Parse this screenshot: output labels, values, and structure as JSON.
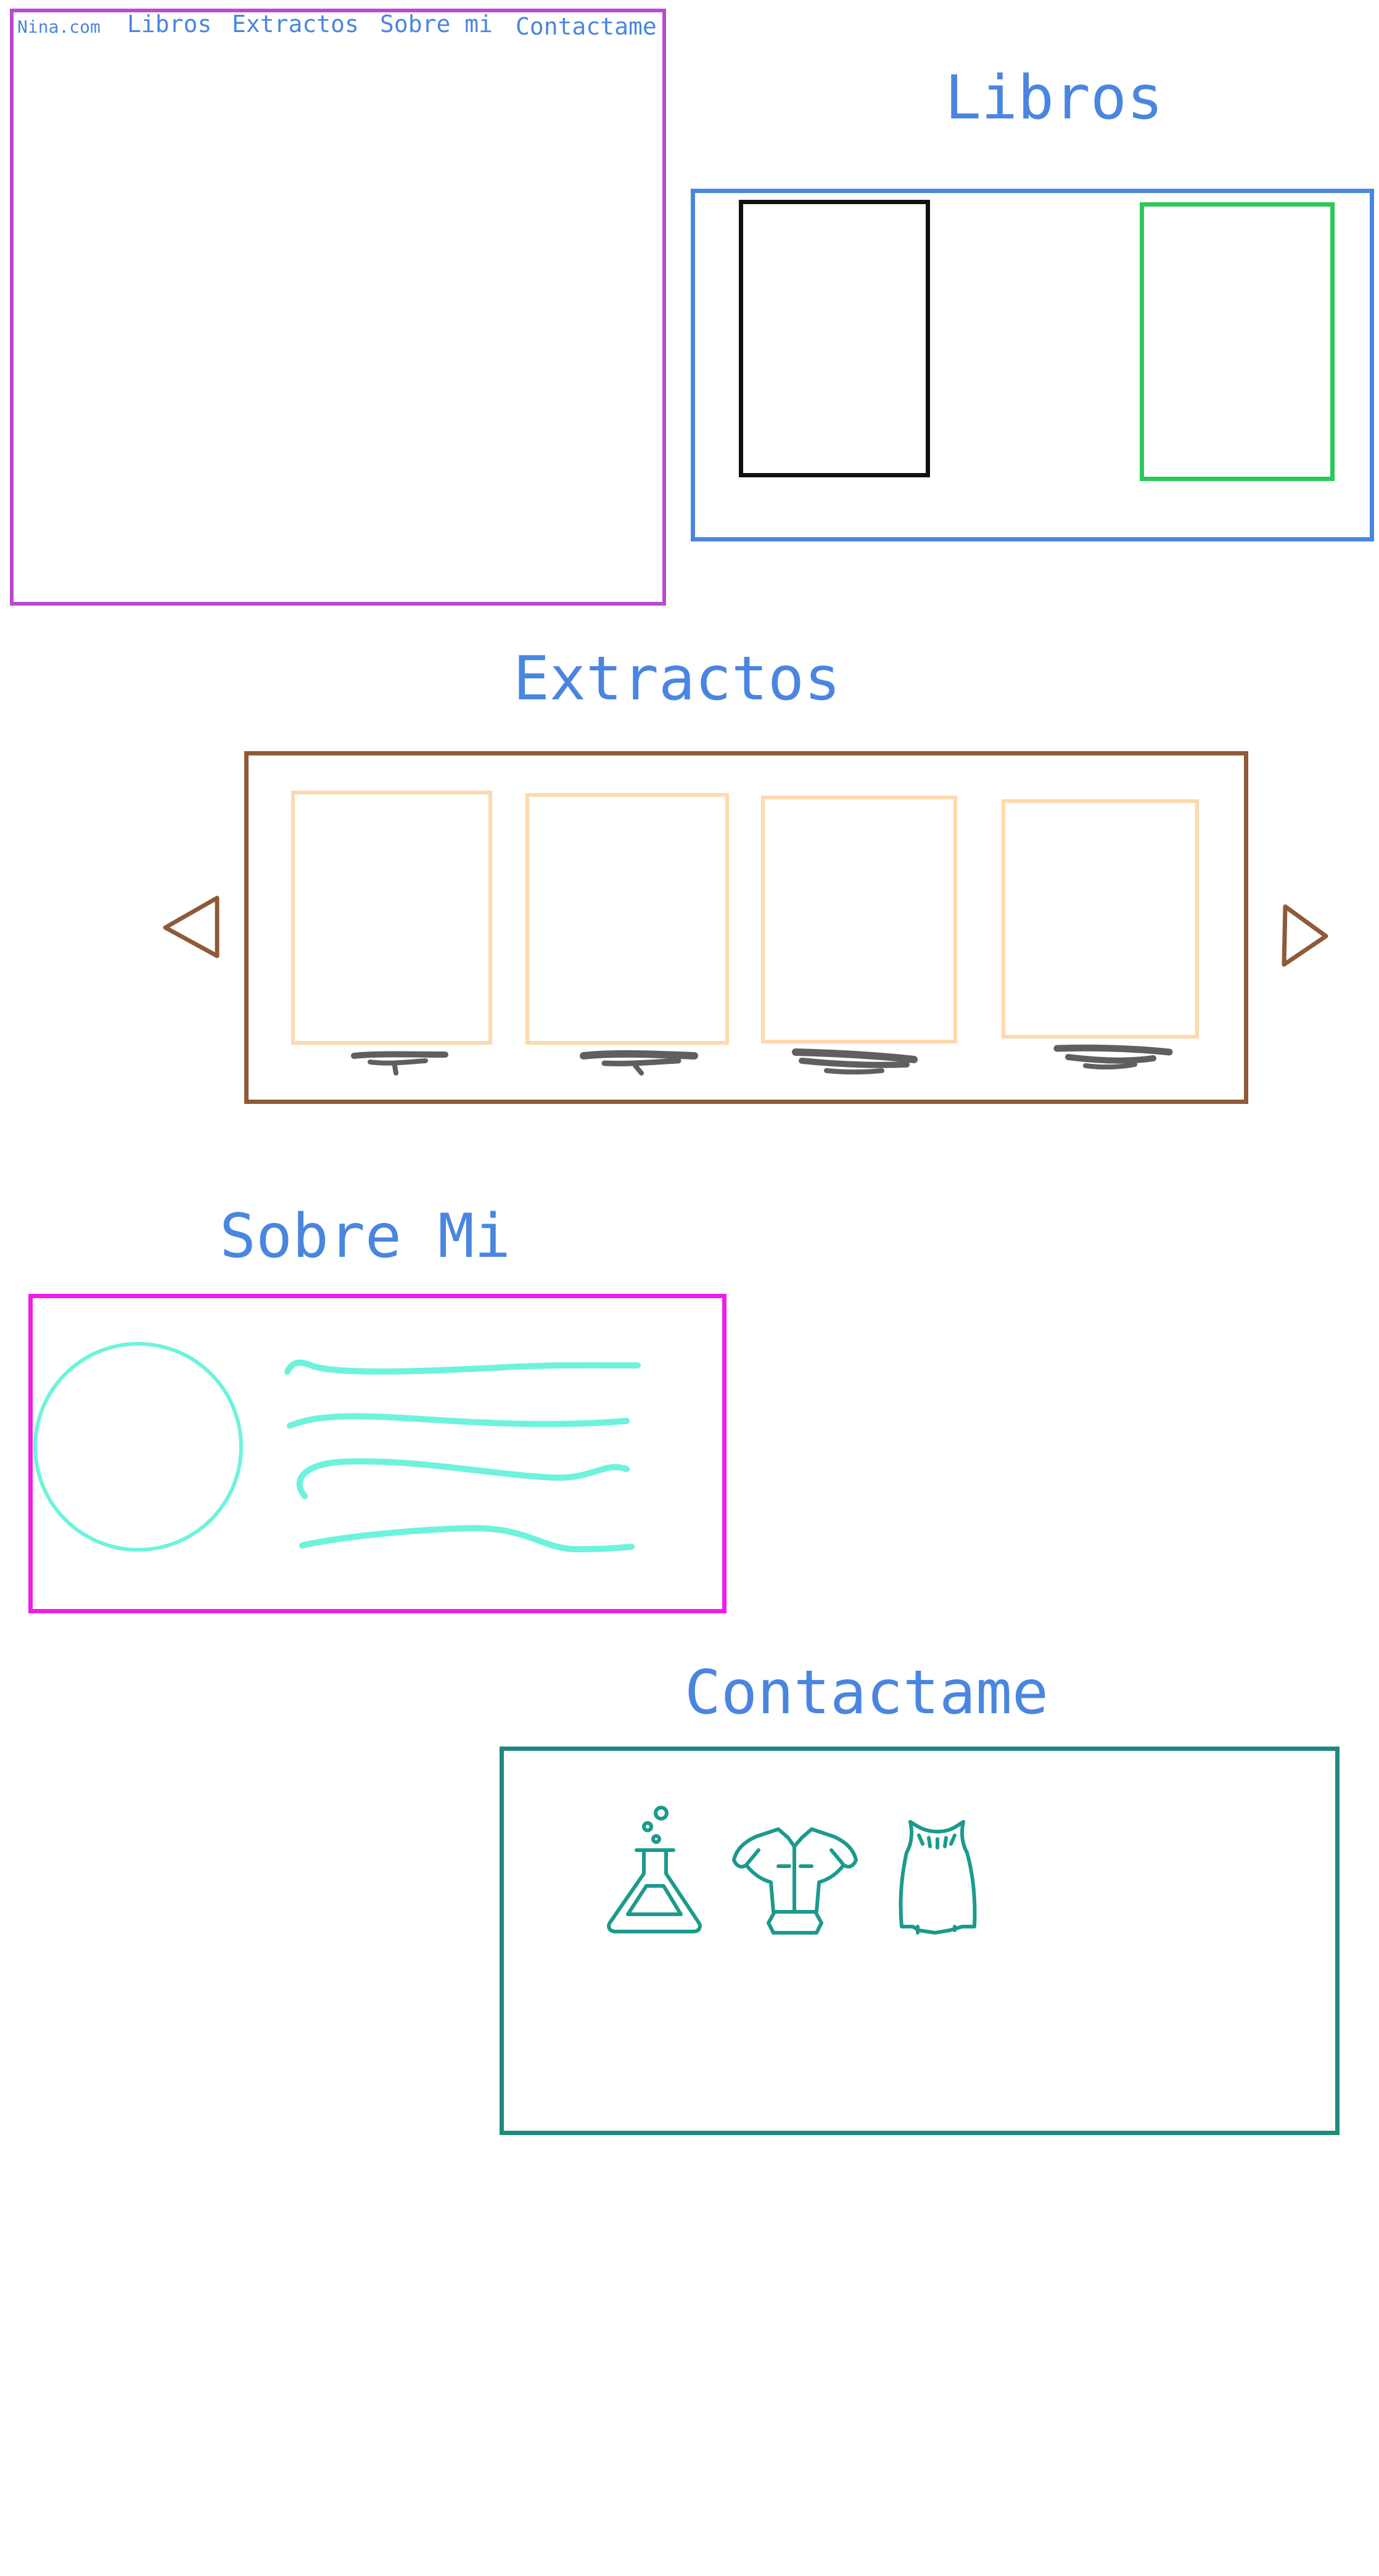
{
  "nav": {
    "brand": "Nina.com",
    "links": [
      "Libros",
      "Extractos",
      "Sobre mi",
      "Contactame"
    ]
  },
  "sections": {
    "libros": {
      "title": "Libros"
    },
    "extractos": {
      "title": "Extractos"
    },
    "sobre_mi": {
      "title": "Sobre Mi"
    },
    "contactame": {
      "title": "Contactame"
    }
  },
  "icons": {
    "extractos_prev": "triangle-left-icon",
    "extractos_next": "triangle-right-icon",
    "contact": [
      "flask-icon",
      "shirt-icon",
      "dress-icon"
    ]
  },
  "colors": {
    "text": "#4a86e0",
    "hero_frame": "#b84bd0",
    "libros_frame": "#4a86e0",
    "book_black": "#111111",
    "book_green": "#2cc85a",
    "extractos_frame": "#8e5a38",
    "excerpt_card": "#fdd9ad",
    "scribble": "#5f5f5f",
    "sobre_frame": "#ef1de8",
    "sobre_sketch": "#6df3dc",
    "contact_frame": "#1c8a7c",
    "contact_icons": "#1c9a8c"
  }
}
